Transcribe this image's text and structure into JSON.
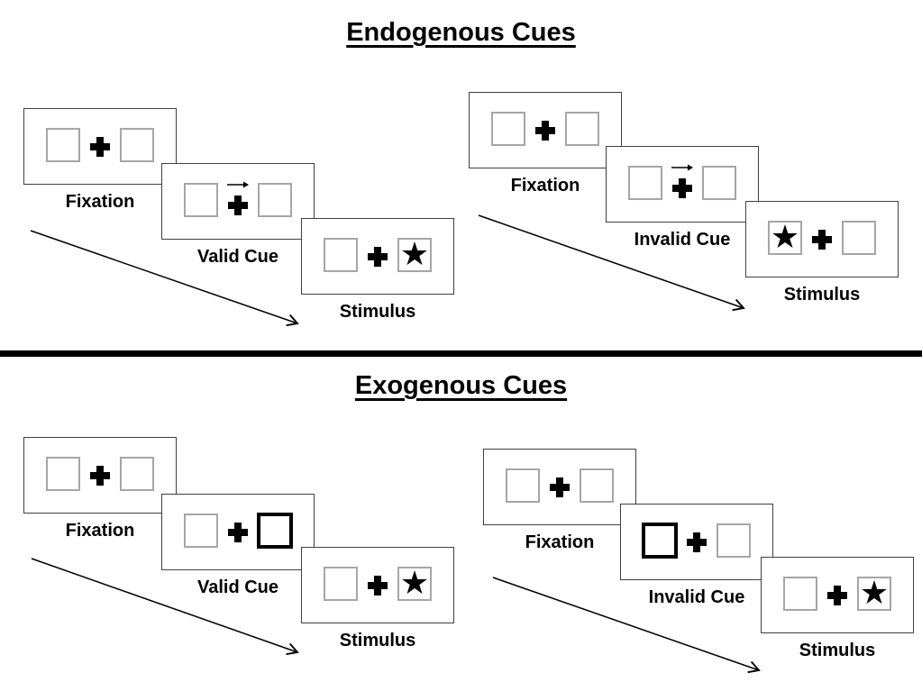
{
  "glyphs": {
    "star": "★"
  },
  "colors": {
    "background": "#ffffff",
    "text": "#000000",
    "panel_border": "#3f3f3f",
    "placeholder_border": "#a6a6a6",
    "cue_highlight_border": "#000000",
    "divider": "#000000"
  },
  "sections": [
    {
      "title": "Endogenous Cues",
      "sequences": [
        {
          "name": "valid",
          "panels": [
            {
              "label": "Fixation",
              "left_box": "empty",
              "right_box": "empty",
              "cue": "none"
            },
            {
              "label": "Valid Cue",
              "left_box": "empty",
              "right_box": "empty",
              "cue": "central-arrow-right"
            },
            {
              "label": "Stimulus",
              "left_box": "empty",
              "right_box": "star",
              "cue": "none"
            }
          ]
        },
        {
          "name": "invalid",
          "panels": [
            {
              "label": "Fixation",
              "left_box": "empty",
              "right_box": "empty",
              "cue": "none"
            },
            {
              "label": "Invalid Cue",
              "left_box": "empty",
              "right_box": "empty",
              "cue": "central-arrow-right"
            },
            {
              "label": "Stimulus",
              "left_box": "star",
              "right_box": "empty",
              "cue": "none"
            }
          ]
        }
      ]
    },
    {
      "title": "Exogenous Cues",
      "sequences": [
        {
          "name": "valid",
          "panels": [
            {
              "label": "Fixation",
              "left_box": "empty",
              "right_box": "empty",
              "cue": "none"
            },
            {
              "label": "Valid Cue",
              "left_box": "empty",
              "right_box": "highlighted",
              "cue": "peripheral-box-right"
            },
            {
              "label": "Stimulus",
              "left_box": "empty",
              "right_box": "star",
              "cue": "none"
            }
          ]
        },
        {
          "name": "invalid",
          "panels": [
            {
              "label": "Fixation",
              "left_box": "empty",
              "right_box": "empty",
              "cue": "none"
            },
            {
              "label": "Invalid Cue",
              "left_box": "highlighted",
              "right_box": "empty",
              "cue": "peripheral-box-left"
            },
            {
              "label": "Stimulus",
              "left_box": "empty",
              "right_box": "star",
              "cue": "none"
            }
          ]
        }
      ]
    }
  ]
}
